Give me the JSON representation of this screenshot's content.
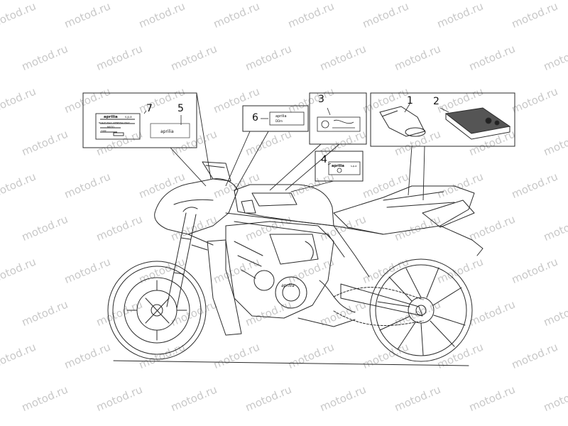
{
  "watermark": {
    "text": "motod.ru"
  },
  "callouts": [
    {
      "id": "1",
      "text": "1"
    },
    {
      "id": "2",
      "text": "2"
    },
    {
      "id": "3",
      "text": "3"
    },
    {
      "id": "4",
      "text": "4"
    },
    {
      "id": "5",
      "text": "5"
    },
    {
      "id": "6",
      "text": "6"
    },
    {
      "id": "7",
      "text": "7"
    }
  ],
  "decal_texts": {
    "brand": "aprilia",
    "spa": "s.p.a",
    "label6_sub": "DDm",
    "label7_line1": "NOALE ITALY (VENEZIA) ITALY",
    "label7_line2": "MOTO",
    "label7_line3": "TYPE"
  },
  "colors": {
    "line": "#2a2a2a",
    "watermark": "#c8c8c8",
    "background": "#ffffff"
  }
}
